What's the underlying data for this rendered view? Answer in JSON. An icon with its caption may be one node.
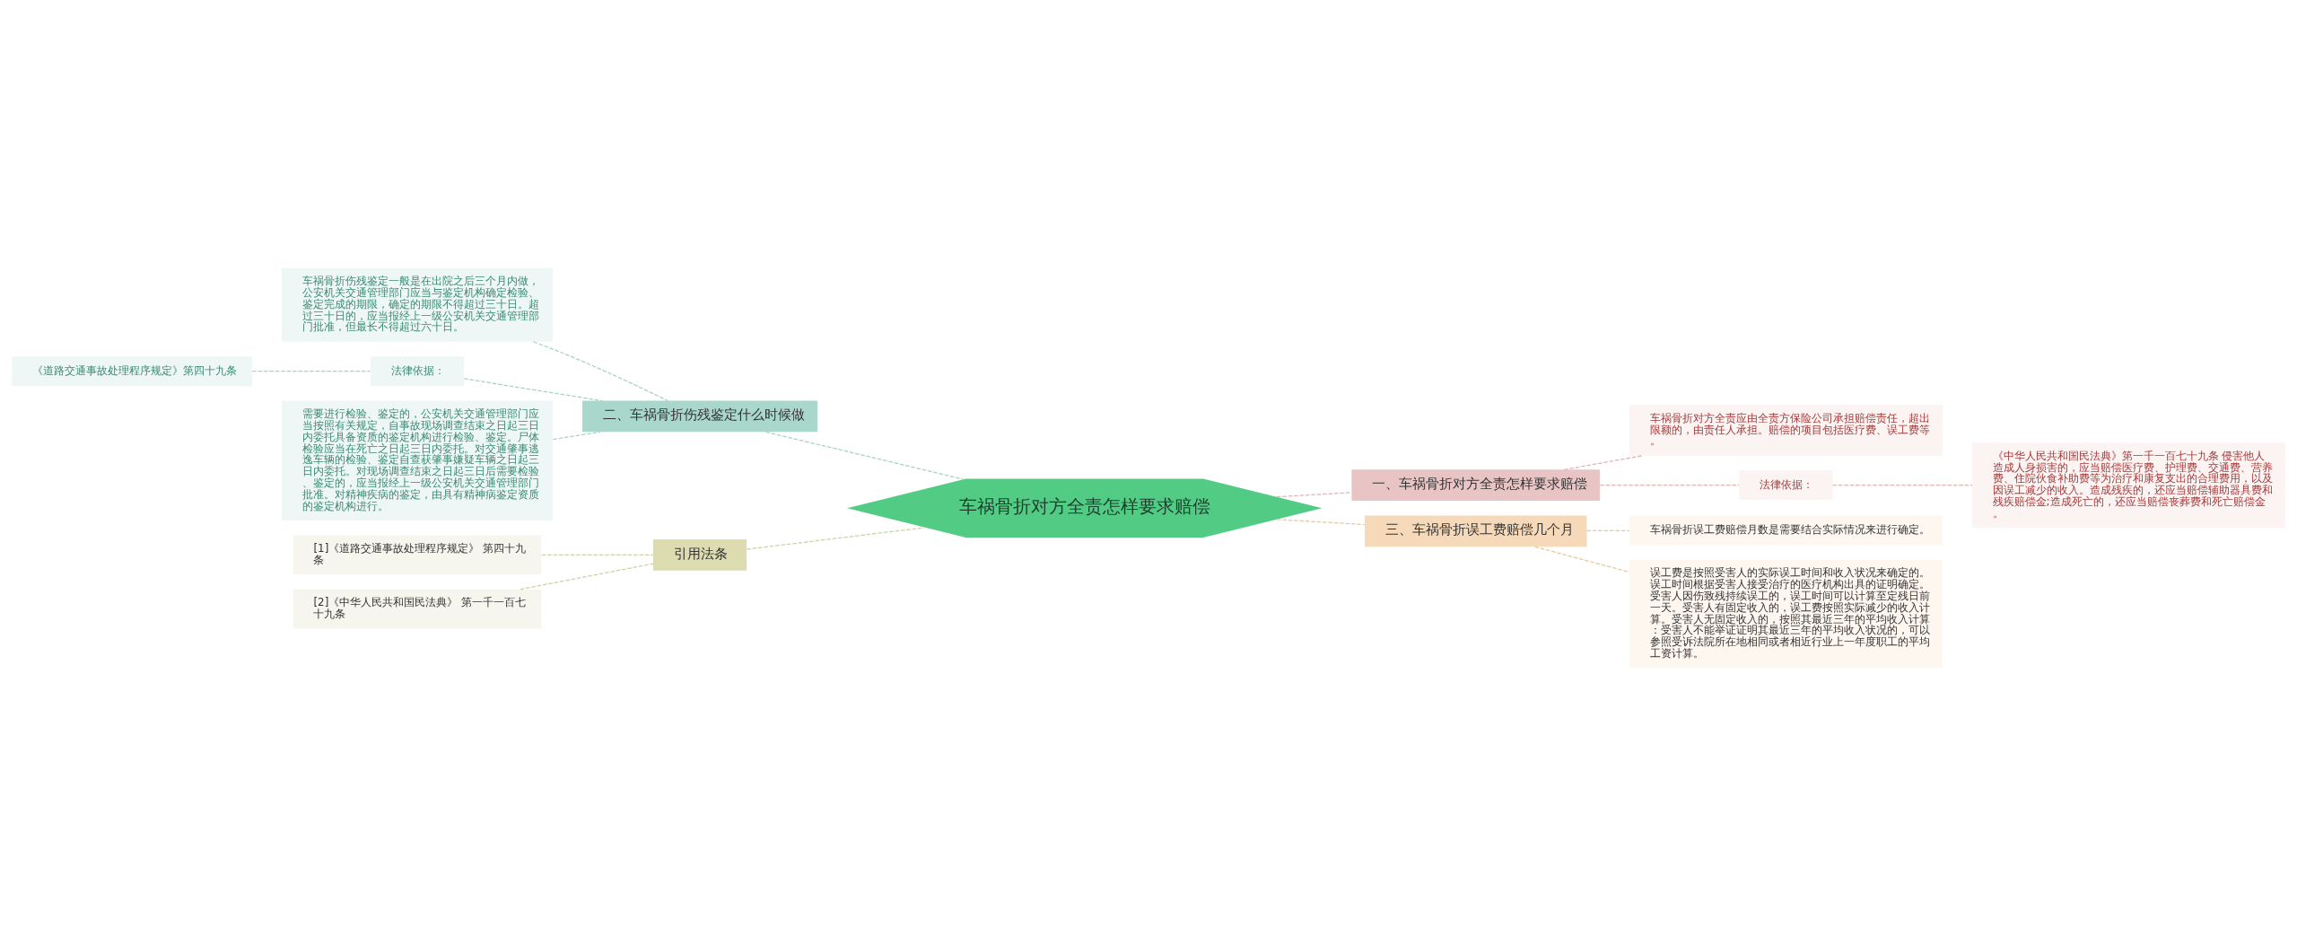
{
  "diagram": {
    "nodes": [
      {
        "text": [
          "车祸骨折对方全责怎样要求赔偿"
        ]
      },
      {
        "text": [
          "一、车祸骨折对方全责怎样要求赔偿"
        ]
      },
      {
        "text": [
          "车祸骨折对方全责应由全责方保险公司承担赔偿责任，超出限额的，由责任人承担。赔偿的项目包括医疗费、误工费等。"
        ]
      },
      {
        "text": [
          "法律依据："
        ]
      },
      {
        "text": [
          "《中华人民共和国民法典》第一千一百七十九条 侵害他人造成人身损害的，应当赔偿医疗费、护理费、交通费、营养费、住院伙食补助费等为治疗和康复支出的合理费用，以及因误工减少的收入。造成残疾的，还应当赔偿辅助器具费和残疾赔偿金;造成死亡的，还应当赔偿丧葬费和死亡赔偿金。"
        ]
      },
      {
        "text": [
          "三、车祸骨折误工费赔偿几个月"
        ]
      },
      {
        "text": [
          "车祸骨折误工费赔偿月数是需要结合实际情况来进行确定。"
        ]
      },
      {
        "text": [
          "误工费是按照受害人的实际误工时间和收入状况来确定的。误工时间根据受害人接受治疗的医疗机构出具的证明确定。受害人因伤致残持续误工的，误工时间可以计算至定残日前一天。受害人有固定收入的，误工费按照实际减少的收入计算。受害人无固定收入的，按照其最近三年的平均收入计算：受害人不能举证证明其最近三年的平均收入状况的，可以参照受诉法院所在地相同或者相近行业上一年度职工的平均工资计算。"
        ]
      },
      {
        "text": [
          "二、车祸骨折伤残鉴定什么时候做"
        ]
      },
      {
        "text": [
          "车祸骨折伤残鉴定一般是在出院之后三个月内做，公安机关交通管理部门应当与鉴定机构确定检验、鉴定完成的期限，确定的期限不得超过三十日。超过三十日的，应当报经上一级公安机关交通管理部门批准，但最长不得超过六十日。"
        ]
      },
      {
        "text": [
          "法律依据："
        ]
      },
      {
        "text": [
          "《道路交通事故处理程序规定》第四十九条"
        ]
      },
      {
        "text": [
          "需要进行检验、鉴定的，公安机关交通管理部门应当按照有关规定，自事故现场调查结束之日起三日内委托具备资质的鉴定机构进行检验、鉴定。尸体检验应当在死亡之日起三日内委托。对交通肇事逃逸车辆的检验、鉴定自查获肇事嫌疑车辆之日起三日内委托。对现场调查结束之日起三日后需要检验、鉴定的，应当报经上一级公安机关交通管理部门批准。对精神疾病的鉴定，由具有精神病鉴定资质的鉴定机构进行。"
        ]
      },
      {
        "text": [
          "引用法条"
        ]
      },
      {
        "text": [
          "[1]《道路交通事故处理程序规定》 第四十九条"
        ]
      },
      {
        "text": [
          "[2]《中华人民共和国民法典》 第一千一百七十九条"
        ]
      }
    ],
    "edges": [
      {
        "from": 0,
        "to": 1,
        "arrow": "none",
        "style": "dashed",
        "color": "#e0b4b4"
      },
      {
        "from": 1,
        "to": 2,
        "arrow": "none",
        "style": "dashed",
        "color": "#e0b4b4"
      },
      {
        "from": 1,
        "to": 3,
        "arrow": "none",
        "style": "dashed",
        "color": "#e0b4b4"
      },
      {
        "from": 3,
        "to": 4,
        "arrow": "none",
        "style": "dashed",
        "color": "#e0b4b4"
      },
      {
        "from": 0,
        "to": 5,
        "arrow": "none",
        "style": "dashed",
        "color": "#e8c8a0"
      },
      {
        "from": 5,
        "to": 6,
        "arrow": "none",
        "style": "dashed",
        "color": "#e8c8a0"
      },
      {
        "from": 5,
        "to": 7,
        "arrow": "none",
        "style": "dashed",
        "color": "#e8c8a0"
      },
      {
        "from": 0,
        "to": 8,
        "arrow": "none",
        "style": "dashed",
        "color": "#a9d2c8"
      },
      {
        "from": 8,
        "to": 9,
        "arrow": "none",
        "style": "dashed",
        "color": "#a9d2c8"
      },
      {
        "from": 8,
        "to": 10,
        "arrow": "none",
        "style": "dashed",
        "color": "#a9d2c8"
      },
      {
        "from": 10,
        "to": 11,
        "arrow": "none",
        "style": "dashed",
        "color": "#a9d2c8"
      },
      {
        "from": 8,
        "to": 12,
        "arrow": "none",
        "style": "dashed",
        "color": "#a9d2c8"
      },
      {
        "from": 0,
        "to": 13,
        "arrow": "none",
        "style": "dashed",
        "color": "#d0d0a8"
      },
      {
        "from": 13,
        "to": 14,
        "arrow": "none",
        "style": "dashed",
        "color": "#d0d0a8"
      },
      {
        "from": 13,
        "to": 15,
        "arrow": "none",
        "style": "dashed",
        "color": "#d0d0a8"
      }
    ]
  }
}
